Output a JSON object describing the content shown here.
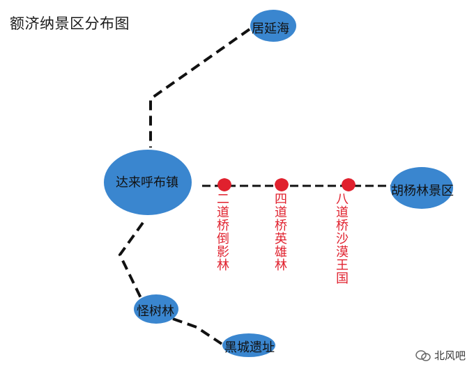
{
  "title": "额济纳景区分布图",
  "nodes": {
    "juyanhai": "居延海",
    "dalaihubu": "达来呼布镇",
    "huyanglin": "胡杨林景区",
    "guaishulin": "怪树林",
    "heicheng": "黑城遗址"
  },
  "stops": [
    {
      "label": "二道桥倒影林"
    },
    {
      "label": "四道桥英雄林"
    },
    {
      "label": "八道桥沙漠王国"
    }
  ],
  "watermark": "北风吧",
  "colors": {
    "node_fill": "#3a86cf",
    "stop_marker": "#e0212e",
    "route": "#111111"
  }
}
